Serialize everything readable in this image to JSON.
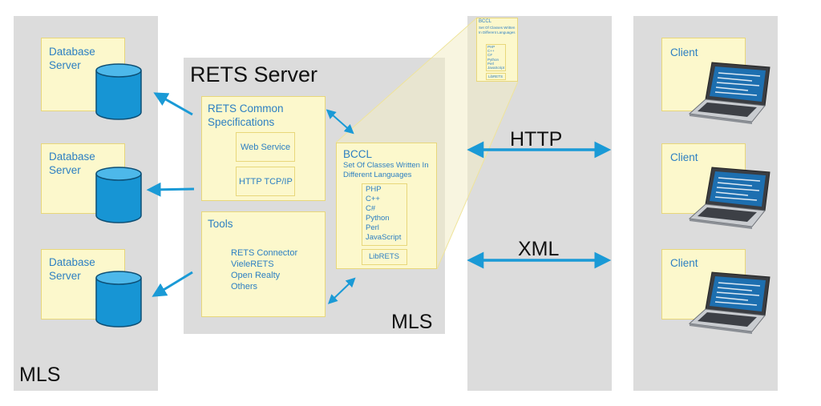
{
  "colors": {
    "panel": "#dcdcdc",
    "box_fill": "#fcf8cc",
    "box_border": "#e8d77a",
    "accent": "#1a9ad6",
    "text_blue": "#2c7fc2"
  },
  "left_panel": {
    "label": "MLS",
    "database_servers": [
      {
        "label": "Database Server",
        "icon": "database-icon"
      },
      {
        "label": "Database Server",
        "icon": "database-icon"
      },
      {
        "label": "Database Server",
        "icon": "database-icon"
      }
    ]
  },
  "rets_server": {
    "title": "RETS Server",
    "footer_label": "MLS",
    "common_specs": {
      "title": "RETS Common Specifications",
      "items": [
        "Web Service",
        "HTTP TCP/IP"
      ]
    },
    "tools": {
      "title": "Tools",
      "items": [
        "RETS Connector",
        "VieleRETS",
        "Open Realty",
        "Others"
      ]
    },
    "bccl": {
      "title": "BCCL",
      "subtitle": "Set Of Classes Written In Different Languages",
      "languages": [
        "PHP",
        "C++",
        "C#",
        "Python",
        "Perl",
        "JavaScript"
      ],
      "library": "LibRETS"
    }
  },
  "middle_panel": {
    "thumbnail": {
      "title": "BCCL",
      "subtitle": "Set Of Classes Written In Different Languages",
      "languages": [
        "PHP",
        "C++",
        "C#",
        "Python",
        "Perl",
        "JavaScript"
      ],
      "library": "LibRETS"
    },
    "protocols": [
      "HTTP",
      "XML"
    ]
  },
  "right_panel": {
    "clients": [
      {
        "label": "Client",
        "icon": "laptop-icon"
      },
      {
        "label": "Client",
        "icon": "laptop-icon"
      },
      {
        "label": "Client",
        "icon": "laptop-icon"
      }
    ]
  }
}
